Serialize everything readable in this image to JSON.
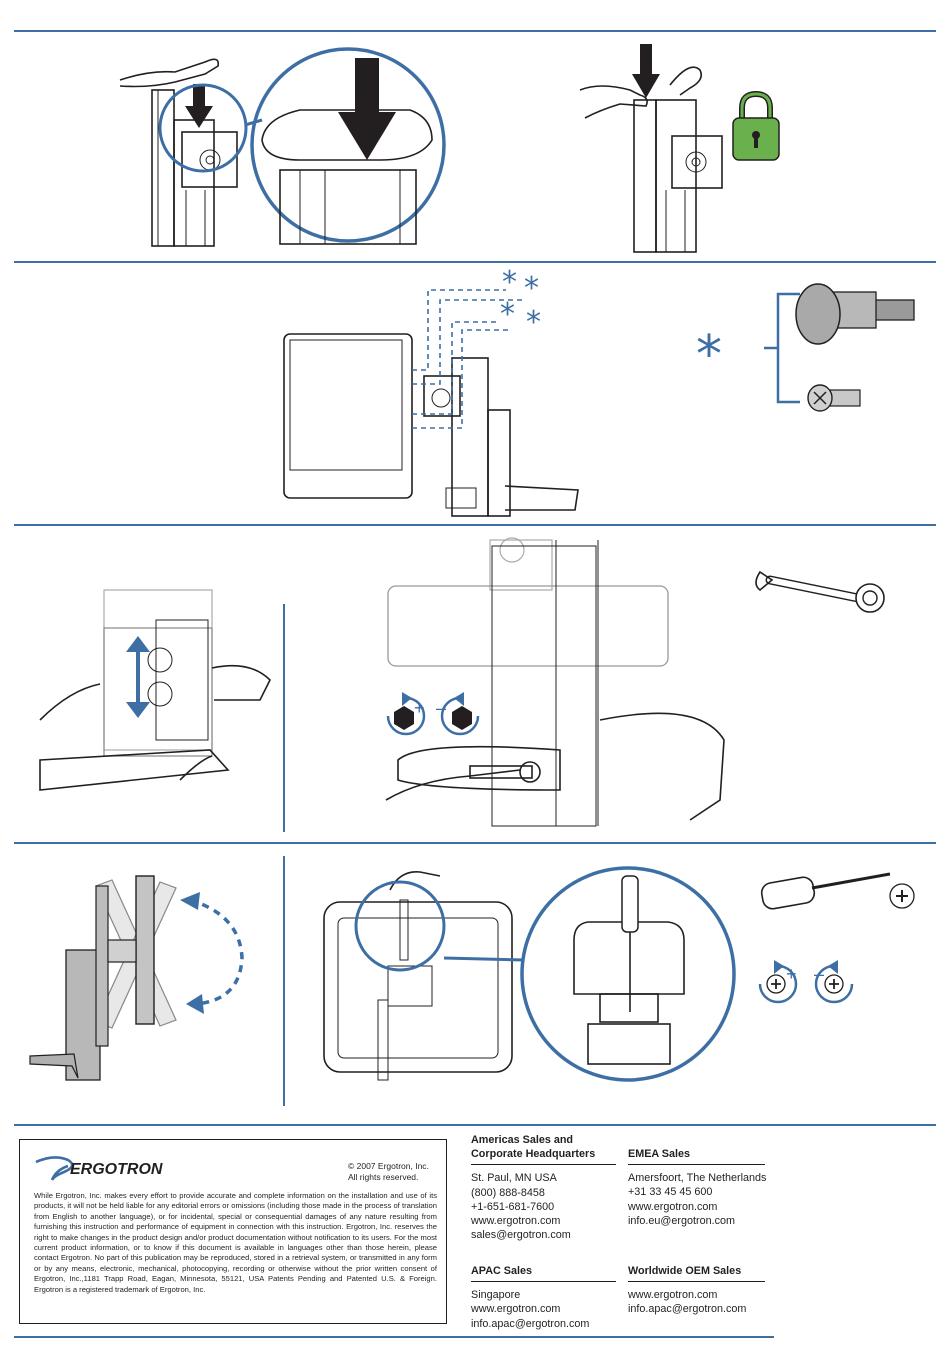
{
  "colors": {
    "accent": "#3d6fa5",
    "lock_green": "#6ab04c",
    "ink": "#231f20"
  },
  "icons": [
    "lock-icon",
    "asterisk-icon",
    "wrench-icon",
    "screwdriver-icon",
    "phillips-head-icon",
    "rotate-clockwise-plus-icon",
    "rotate-counterclockwise-minus-icon"
  ],
  "footer": {
    "brand": "ERGOTRON",
    "copyright_line1": "© 2007 Ergotron, Inc.",
    "copyright_line2": "All rights reserved.",
    "legal_text": "While Ergotron, Inc. makes every effort to provide accurate and complete information on the installation and use of its products, it will not be held liable for any editorial errors or omissions (including those made in the process of translation from English to another language), or for incidental, special or consequential damages of any nature resulting from furnishing this instruction and performance of equipment in connection with this instruction. Ergotron, Inc. reserves the right to make changes in the product design and/or product documentation without notification to its users. For the most current product information, or to know if this document is available in languages other than those herein, please contact Ergotron. No part of this publication may be reproduced, stored in a retrieval system, or transmitted in any form or by any means, electronic, mechanical, photocopying, recording or otherwise without the prior written consent of Ergotron, Inc.,1181 Trapp Road, Eagan, Minnesota, 55121, USA Patents Pending and Patented U.S. & Foreign. Ergotron is a registered trademark of Ergotron, Inc.",
    "americas": {
      "head1": "Americas Sales and",
      "head2": "Corporate Headquarters",
      "lines": [
        "St. Paul, MN USA",
        "(800) 888-8458",
        "+1-651-681-7600",
        "www.ergotron.com",
        "sales@ergotron.com"
      ]
    },
    "emea": {
      "head": "EMEA Sales",
      "lines": [
        "Amersfoort, The Netherlands",
        "+31 33 45 45 600",
        "www.ergotron.com",
        "info.eu@ergotron.com"
      ]
    },
    "apac": {
      "head": "APAC Sales",
      "lines": [
        "Singapore",
        "www.ergotron.com",
        "info.apac@ergotron.com"
      ]
    },
    "oem": {
      "head": "Worldwide OEM Sales",
      "lines": [
        "www.ergotron.com",
        "info.apac@ergotron.com"
      ]
    }
  }
}
